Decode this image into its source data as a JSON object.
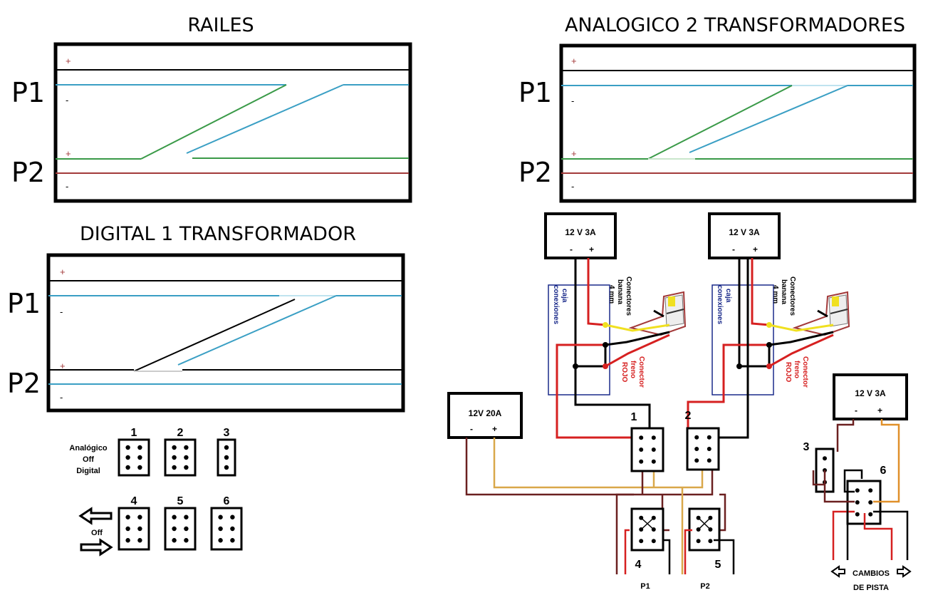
{
  "titles": {
    "raíles": "RAILES",
    "analog": "ANALOGICO 2 TRANSFORMADORES",
    "digital": "DIGITAL 1 TRANSFORMADOR"
  },
  "lanes": {
    "p1": "P1",
    "p2": "P2"
  },
  "signs": {
    "plus": "+",
    "minus": "-"
  },
  "psu": {
    "a1": "12 V 3A",
    "a2": "12 V 3A",
    "main": "12V 20A",
    "c": "12 V 3A",
    "neg": "-",
    "pos": "+"
  },
  "labels": {
    "caja": "caja",
    "conexiones": "conexiones",
    "conectores": "Conectores",
    "banana": "banana",
    "mm": "4 mm",
    "conector": "Conector",
    "freno": "freno",
    "rojo": "ROJO",
    "analogico": "Analógico",
    "off": "Off",
    "digital": "Digital",
    "off2": "Off",
    "cambios": "CAMBIOS",
    "de_pista": "DE PISTA",
    "out_p1": "P1",
    "out_p2": "P2"
  },
  "switches": {
    "s1": "1",
    "s2": "2",
    "s3": "3",
    "s4": "4",
    "s5": "5",
    "s6": "6",
    "w1": "1",
    "w2": "2",
    "w3": "3",
    "w4": "4",
    "w5": "5",
    "w6": "6"
  },
  "colors": {
    "lane_blue": "#3a9fc4",
    "lane_green": "#3a9a48",
    "lane_red": "#a33a3a",
    "wire_red": "#d62020",
    "wire_dark": "#6b2020",
    "wire_orange": "#e0902a",
    "wire_tan": "#d9a84a",
    "box_blue": "#1a2a8a"
  }
}
